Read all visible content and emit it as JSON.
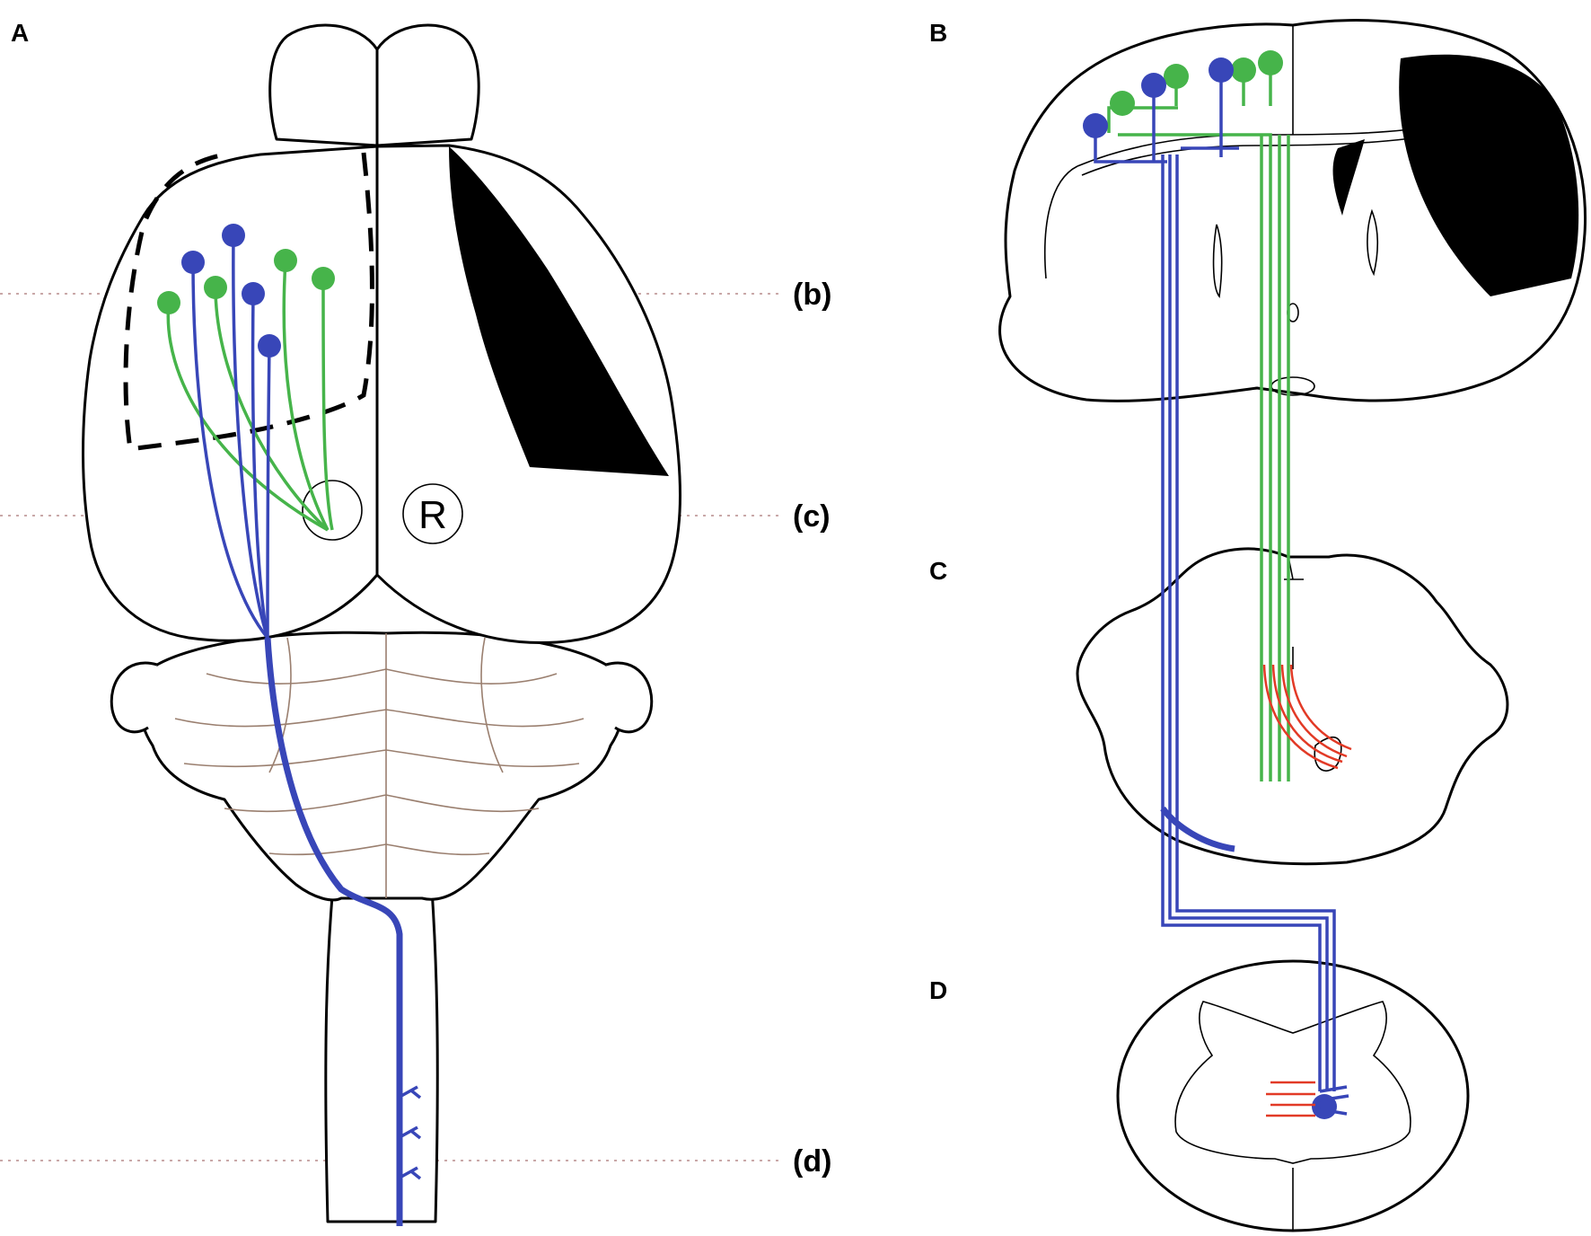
{
  "panels": {
    "a": "A",
    "b": "B",
    "c": "C",
    "d": "D"
  },
  "levels": {
    "b": "(b)",
    "c": "(c)",
    "d": "(d)"
  },
  "ruber_label": "R",
  "colors": {
    "corticospinal": "#3846b8",
    "corticorubral": "#46b44a",
    "rubrospinal": "#e23a26",
    "lesion": "#000000"
  }
}
